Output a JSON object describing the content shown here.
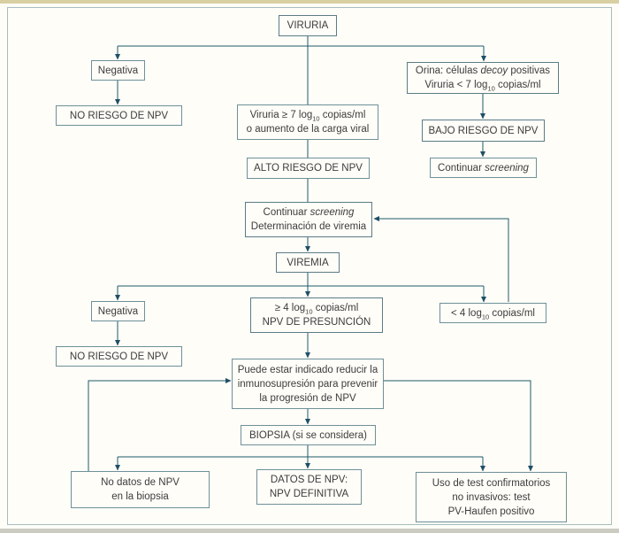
{
  "palette": {
    "line_color": "#1e5a68",
    "arrowhead_color": "#1e4f66",
    "box_border_color": "#6e9098",
    "text_color": "#3c3c3c",
    "background_color": "#fffdf8",
    "frame_color": "#a6bcbf",
    "top_strip_color": "#d8cfa2",
    "bottom_strip_color": "#cbcbc2"
  },
  "boxes": {
    "viruria": {
      "label": "VIRURIA"
    },
    "negativa_1": {
      "label": "Negativa"
    },
    "no_riesgo_1": {
      "label": "NO RIESGO DE NPV"
    },
    "orina": {
      "line1_pre": "Orina: células ",
      "line1_italic": "decoy",
      "line1_post": " positivas",
      "line2_pre": "Viruria < 7 log",
      "line2_sub": "10",
      "line2_post": " copias/ml"
    },
    "viruria_alta": {
      "line1_pre": "Viruria ≥ 7 log",
      "line1_sub": "10",
      "line1_post": " copias/ml",
      "line2": "o aumento de la carga viral"
    },
    "alto_riesgo": {
      "label": "ALTO RIESGO DE NPV"
    },
    "bajo_riesgo": {
      "label": "BAJO RIESGO DE NPV"
    },
    "continuar_screening": {
      "pre": "Continuar ",
      "italic": "screening"
    },
    "continuar_determinacion": {
      "line1_pre": "Continuar ",
      "line1_italic": "screening",
      "line2": "Determinación de viremia"
    },
    "viremia": {
      "label": "VIREMIA"
    },
    "negativa_2": {
      "label": "Negativa"
    },
    "no_riesgo_2": {
      "label": "NO RIESGO DE NPV"
    },
    "viremia_alta": {
      "line1_pre": "≥ 4 log",
      "line1_sub": "10",
      "line1_post": " copias/ml",
      "line2": "NPV DE PRESUNCIÓN"
    },
    "viremia_baja": {
      "pre": "< 4 log",
      "sub": "10",
      "post": " copias/ml"
    },
    "reducir_inmunosupresion": {
      "line1": "Puede estar indicado reducir la",
      "line2": "inmunosupresión para prevenir",
      "line3": "la progresión de NPV"
    },
    "biopsia": {
      "label": "BIOPSIA (si se considera)"
    },
    "no_datos_biopsia": {
      "line1": "No datos de NPV",
      "line2": "en la biopsia"
    },
    "datos_npv": {
      "line1": "DATOS DE NPV:",
      "line2": "NPV DEFINITIVA"
    },
    "test_confirmatorios": {
      "line1": "Uso de test confirmatorios",
      "line2": "no invasivos: test",
      "line3": "PV-Haufen positivo"
    }
  }
}
